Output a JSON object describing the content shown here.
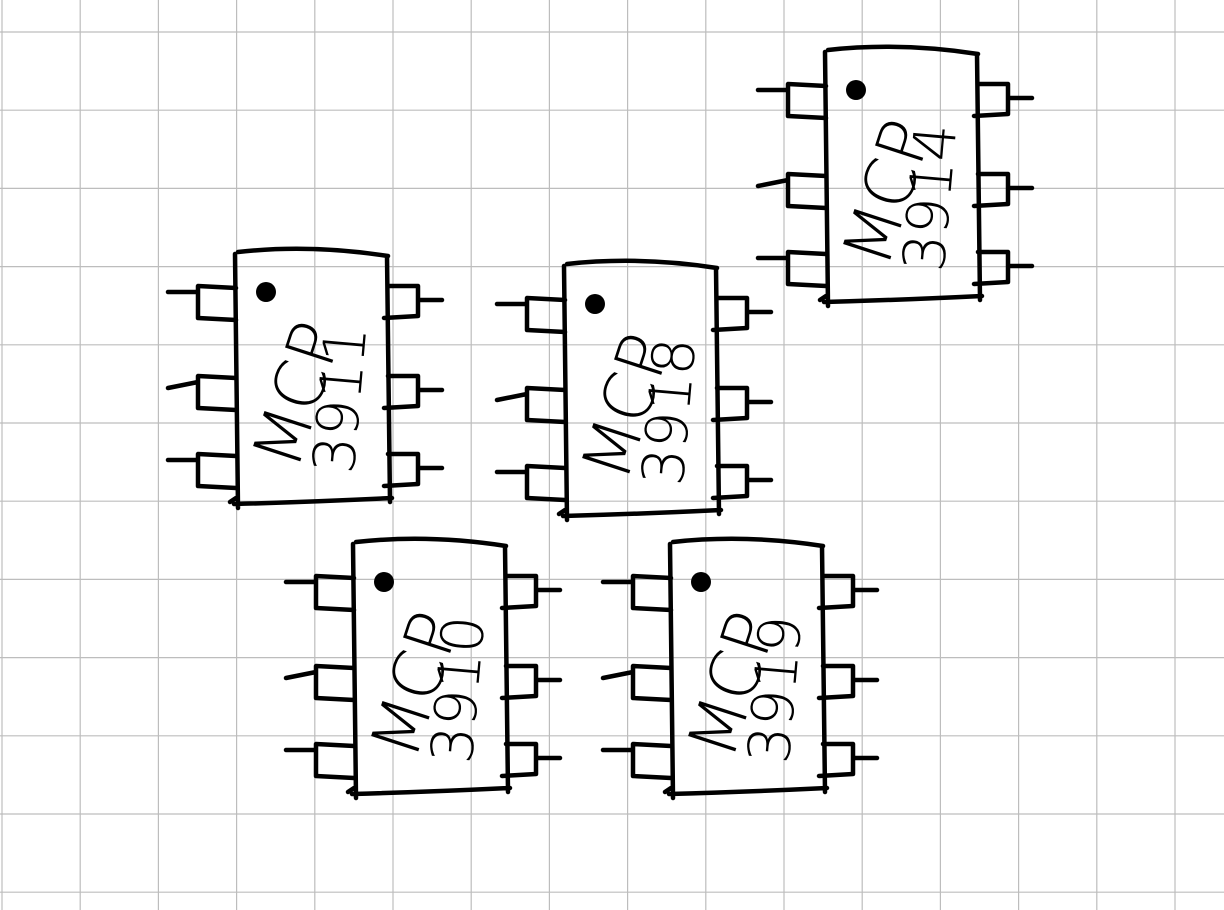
{
  "sketch": {
    "background_color": "#ffffff",
    "grid_color": "#bdbdbd",
    "ink_color": "#000000",
    "chips": [
      {
        "line1": "MCP",
        "line2": "3914",
        "pin1_marker": "dot"
      },
      {
        "line1": "MCP",
        "line2": "3911",
        "pin1_marker": "dot"
      },
      {
        "line1": "MCP",
        "line2": "3918",
        "pin1_marker": "dot"
      },
      {
        "line1": "MCP",
        "line2": "3910",
        "pin1_marker": "dot"
      },
      {
        "line1": "MCP",
        "line2": "3919",
        "pin1_marker": "dot"
      }
    ]
  }
}
